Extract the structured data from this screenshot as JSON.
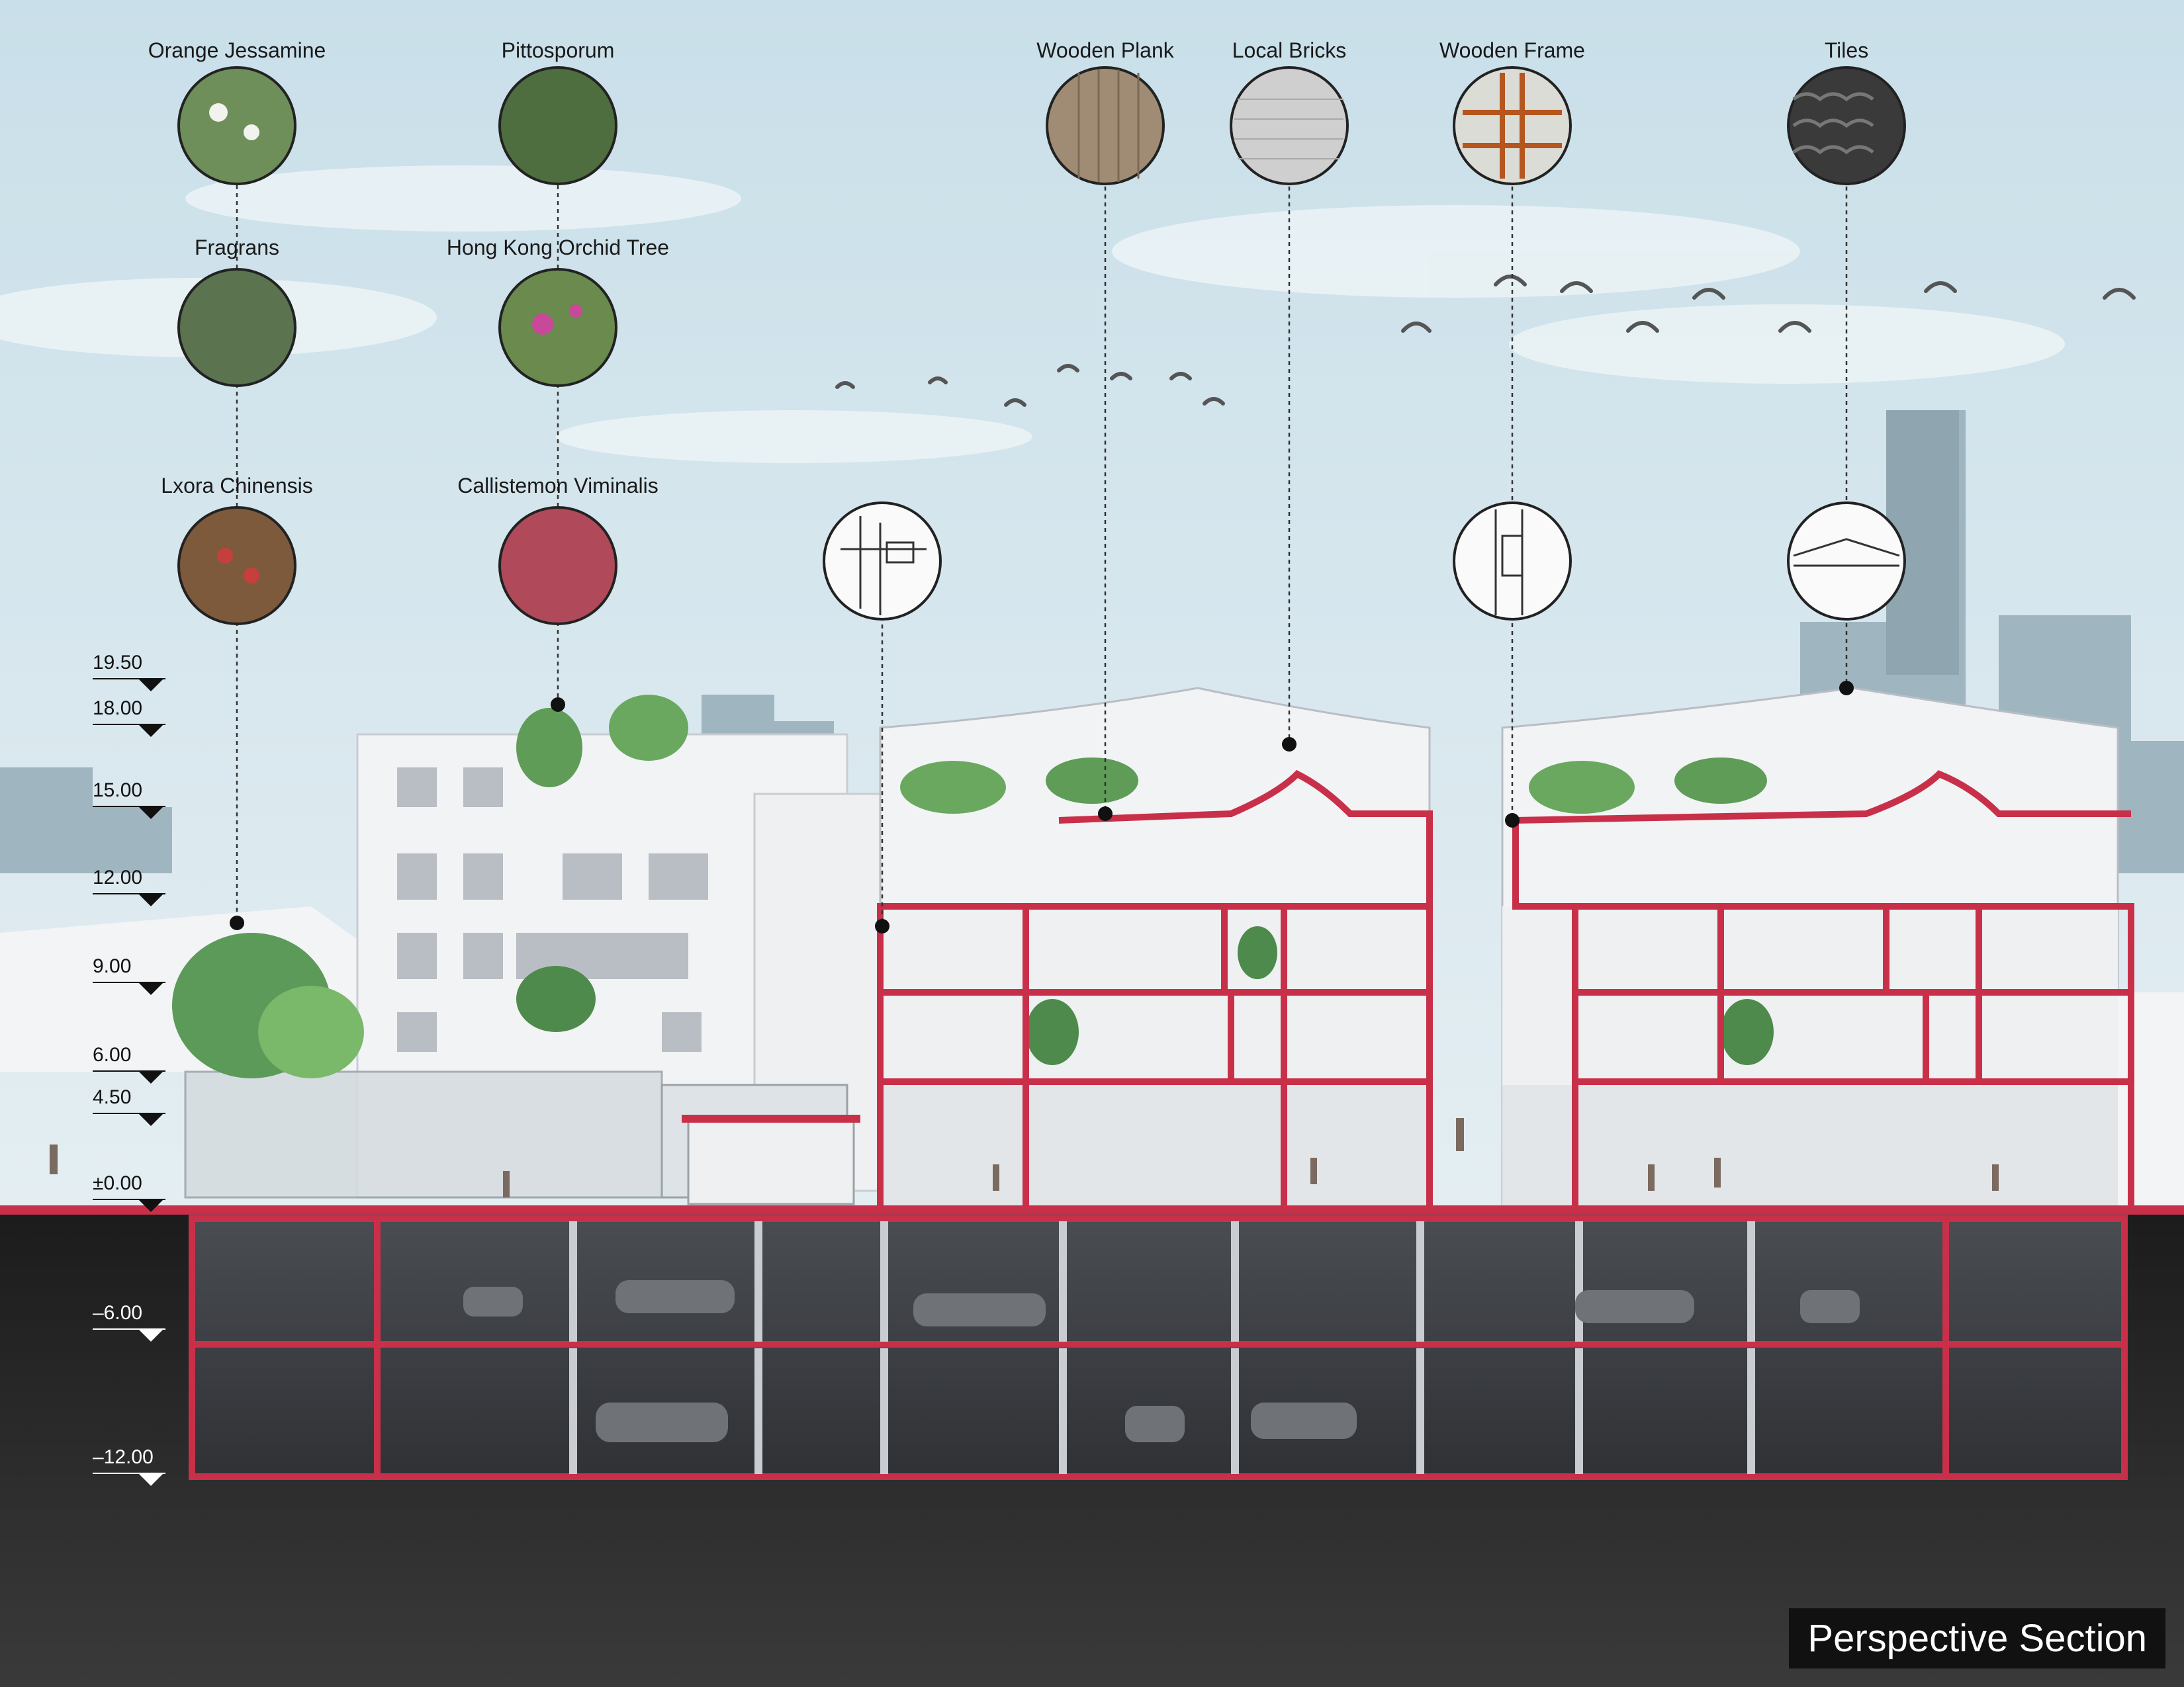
{
  "title": "Perspective Section",
  "plants": [
    {
      "name": "Orange Jessamine",
      "color": "#6f8f5a"
    },
    {
      "name": "Pittosporum",
      "color": "#4f6e3f"
    },
    {
      "name": "Fragrans",
      "color": "#5c7350"
    },
    {
      "name": "Hong Kong Orchid Tree",
      "color": "#6a8a4e"
    },
    {
      "name": "Lxora Chinensis",
      "color": "#7e5a3c"
    },
    {
      "name": "Callistemon Viminalis",
      "color": "#b04a5a"
    }
  ],
  "materials": [
    {
      "name": "Wooden Plank",
      "color": "#a08c74"
    },
    {
      "name": "Local Bricks",
      "color": "#cfcfcf"
    },
    {
      "name": "Wooden Frame",
      "color": "#c9b79b"
    },
    {
      "name": "Tiles",
      "color": "#3a3a3a"
    }
  ],
  "levels": [
    "19.50",
    "18.00",
    "15.00",
    "12.00",
    "9.00",
    "6.00",
    "4.50",
    "±0.00",
    "–6.00",
    "–12.00"
  ],
  "colors": {
    "sky": "#cfe3ec",
    "structure": "#c8304a",
    "ground": "#2b2b2b",
    "building": "#f1f2f4",
    "skyline": "#9bb3bd"
  }
}
